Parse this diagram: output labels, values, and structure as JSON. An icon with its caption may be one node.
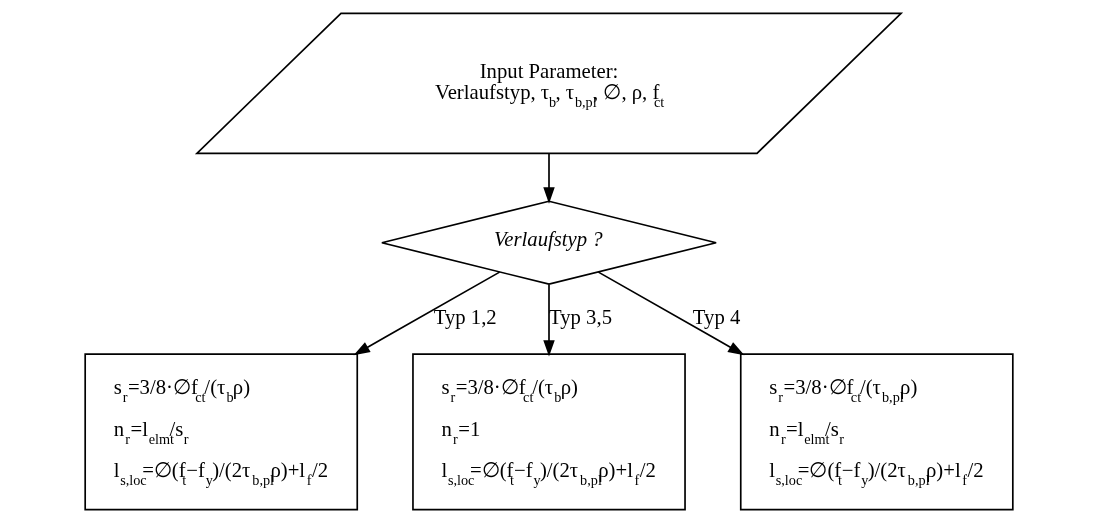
{
  "diagram": {
    "nodes": [
      {
        "text": [
          "Input Parameter:",
          "Verlaufstyp, τ$_{b}$, τ$_{b,pl}$, ∅, ρ, f$_{ct}$"
        ]
      },
      {
        "text": [
          "Verlaufstyp ?"
        ]
      },
      {
        "text": [
          "s$_{r}$=3/8·∅f$_{ct}$/(τ$_{b}$ρ)",
          "n$_{r}$=l$_{elmt}$/s$_{r}$",
          "l$_{s,loc}$=∅(f$_{t}$−f$_{y}$)/(2τ$_{b,pl}$ρ)+l$_{f}$/2"
        ]
      },
      {
        "text": [
          "s$_{r}$=3/8·∅f$_{ct}$/(τ$_{b}$ρ)",
          "n$_{r}$=1",
          "l$_{s,loc}$=∅(f$_{t}$−f$_{y}$)/(2τ$_{b,pl}$ρ)+l$_{f}$/2"
        ]
      },
      {
        "text": [
          "s$_{r}$=3/8·∅f$_{ct}$/(τ$_{b,pl}$ρ)",
          "n$_{r}$=l$_{elmt}$/s$_{r}$",
          "l$_{s,loc}$=∅(f$_{t}$−f$_{y}$)/(2τ$_{b,pl}$ρ)+l$_{f}$/2"
        ]
      }
    ],
    "edges": [
      {
        "from": 0,
        "to": 1,
        "arrow": "to"
      },
      {
        "from": 1,
        "to": 2,
        "arrow": "to",
        "label": "Typ 1,2"
      },
      {
        "from": 1,
        "to": 3,
        "arrow": "to",
        "label": "Typ 3,5"
      },
      {
        "from": 1,
        "to": 4,
        "arrow": "to",
        "label": "Typ 4"
      }
    ]
  }
}
